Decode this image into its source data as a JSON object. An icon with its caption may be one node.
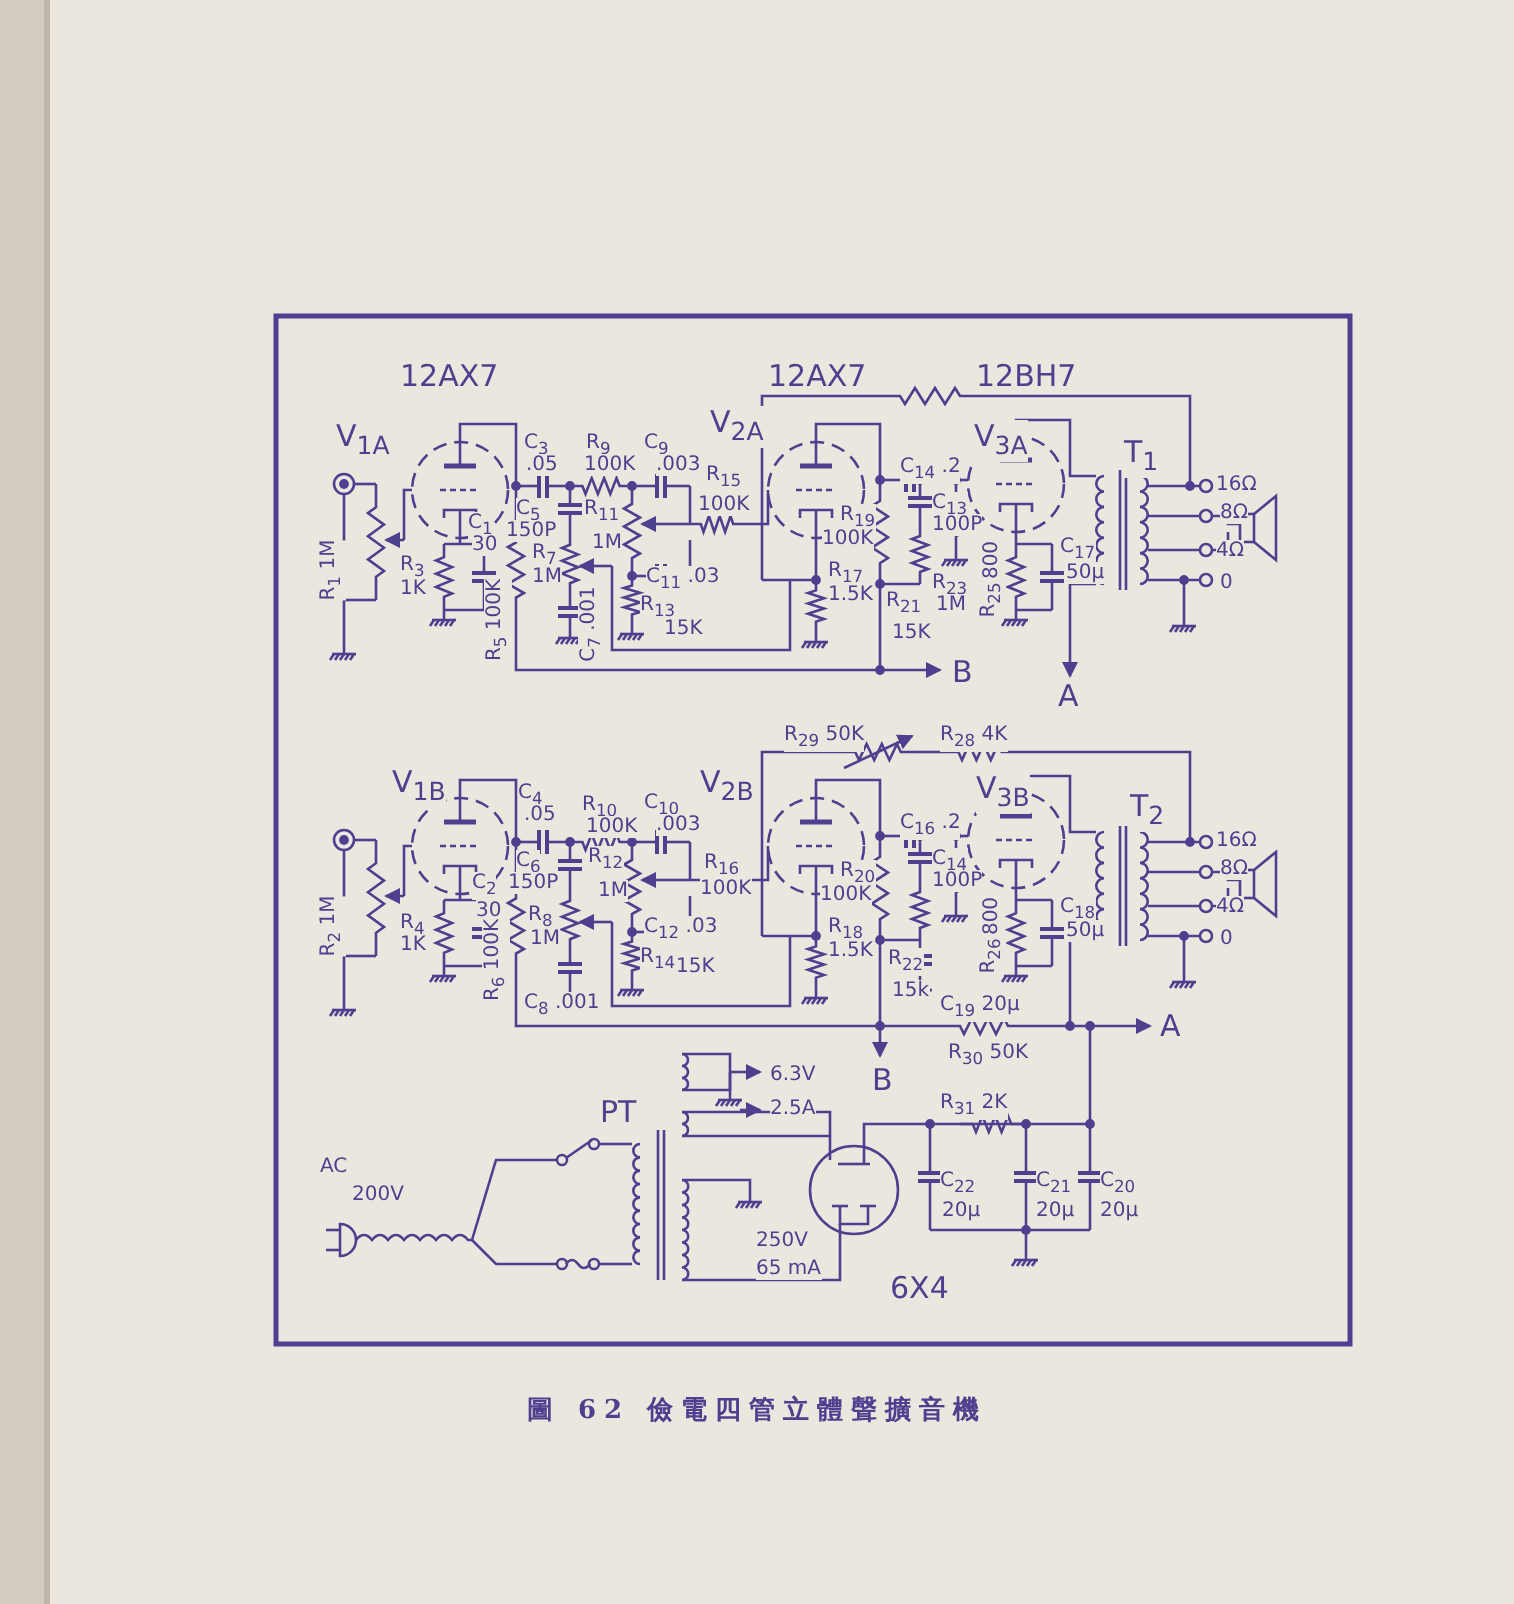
{
  "diagram": {
    "caption": "圖 62 儉電四管立體聲擴音機",
    "labels": [
      "12AX7",
      "V$_{1A}$",
      "C$_{3}$",
      ".05",
      "R$_{9}$",
      "100K",
      "C$_{9}$",
      ".003",
      "V$_{2A}$",
      "R$_{15}$",
      "100K",
      "C$_{5}$",
      "150P",
      "R$_{11}$",
      "1M",
      "R$_{7}$",
      "1M",
      "C$_{1}$",
      "30",
      "R$_{3}$",
      "1K",
      "R$_{1}$ 1M",
      "C$_{11}$ .03",
      "R$_{13}$",
      "15K",
      "R$_{5}$ 100K",
      "C$_{7}$ .001",
      "12AX7",
      "12BH7",
      "V$_{3A}$",
      "T$_{1}$",
      "C$_{14}$ .2",
      "C$_{13}$",
      "100P",
      "R$_{19}$",
      "100K",
      "R$_{23}$",
      "1M",
      "800",
      "R$_{25}$",
      "C$_{17}$",
      "50µ",
      "R$_{17}$",
      "1.5K",
      "R$_{21}$",
      "15K",
      "16Ω",
      "8Ω",
      "4Ω",
      "0",
      "B",
      "A",
      "R$_{29}$ 50K",
      "R$_{28}$ 4K",
      "V$_{1B}$",
      "V$_{2B}$",
      "V$_{3B}$",
      "C$_{4}$",
      ".05",
      "R$_{10}$",
      "100K",
      "C$_{10}$",
      ".003",
      "R$_{12}$",
      "1M",
      "R$_{16}$",
      "100K",
      "C$_{6}$",
      "150P",
      "R$_{8}$",
      "1M",
      "C$_{2}$",
      "30",
      "R$_{4}$",
      "1K",
      "R$_{2}$ 1M",
      "C$_{12}$ .03",
      "R$_{14}$",
      "15K",
      "R$_{6}$ 100K",
      "C$_{8}$ .001",
      "T$_{2}$",
      "C$_{16}$ .2",
      "C$_{14}$",
      "100P",
      "R$_{20}$",
      "100K",
      "800",
      "R$_{26}$",
      "C$_{18}$",
      "50µ",
      "R$_{18}$",
      "1.5K",
      "R$_{22}$",
      "15k",
      "C$_{19}$ 20µ",
      "16Ω",
      "8Ω",
      "4Ω",
      "0",
      "A",
      "R$_{30}$ 50K",
      "B",
      "6.3V",
      "2.5A",
      "PT",
      "R$_{31}$ 2K",
      "AC",
      "200V",
      "C$_{22}$",
      "20µ",
      "C$_{21}$",
      "20µ",
      "C$_{20}$",
      "20µ",
      "250V",
      "65 mA",
      "6X4"
    ]
  }
}
